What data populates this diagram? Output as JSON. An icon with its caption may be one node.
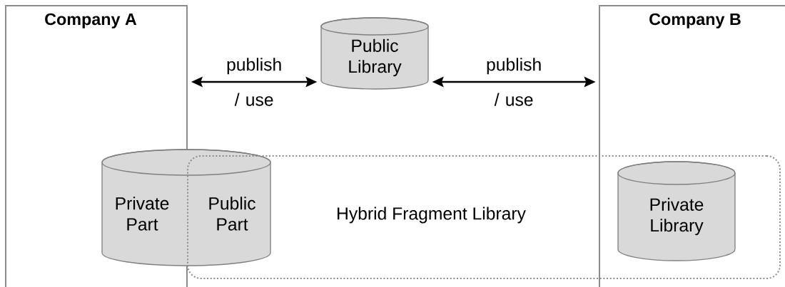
{
  "diagram": {
    "nodes": [
      {
        "text": [
          "Company A"
        ]
      },
      {
        "text": [
          "Public Library"
        ]
      },
      {
        "text": [
          "Company B"
        ]
      },
      {
        "text": [
          "Hybrid Fragment Library"
        ]
      },
      {
        "text": [
          "Private Part",
          "Public Part"
        ]
      },
      {
        "text": [
          "Private Library"
        ]
      }
    ],
    "edges": [
      {
        "from": 0,
        "to": 1,
        "arrow": "both",
        "label": "publish / use"
      },
      {
        "from": 1,
        "to": 2,
        "arrow": "both",
        "label": "publish / use"
      }
    ]
  }
}
